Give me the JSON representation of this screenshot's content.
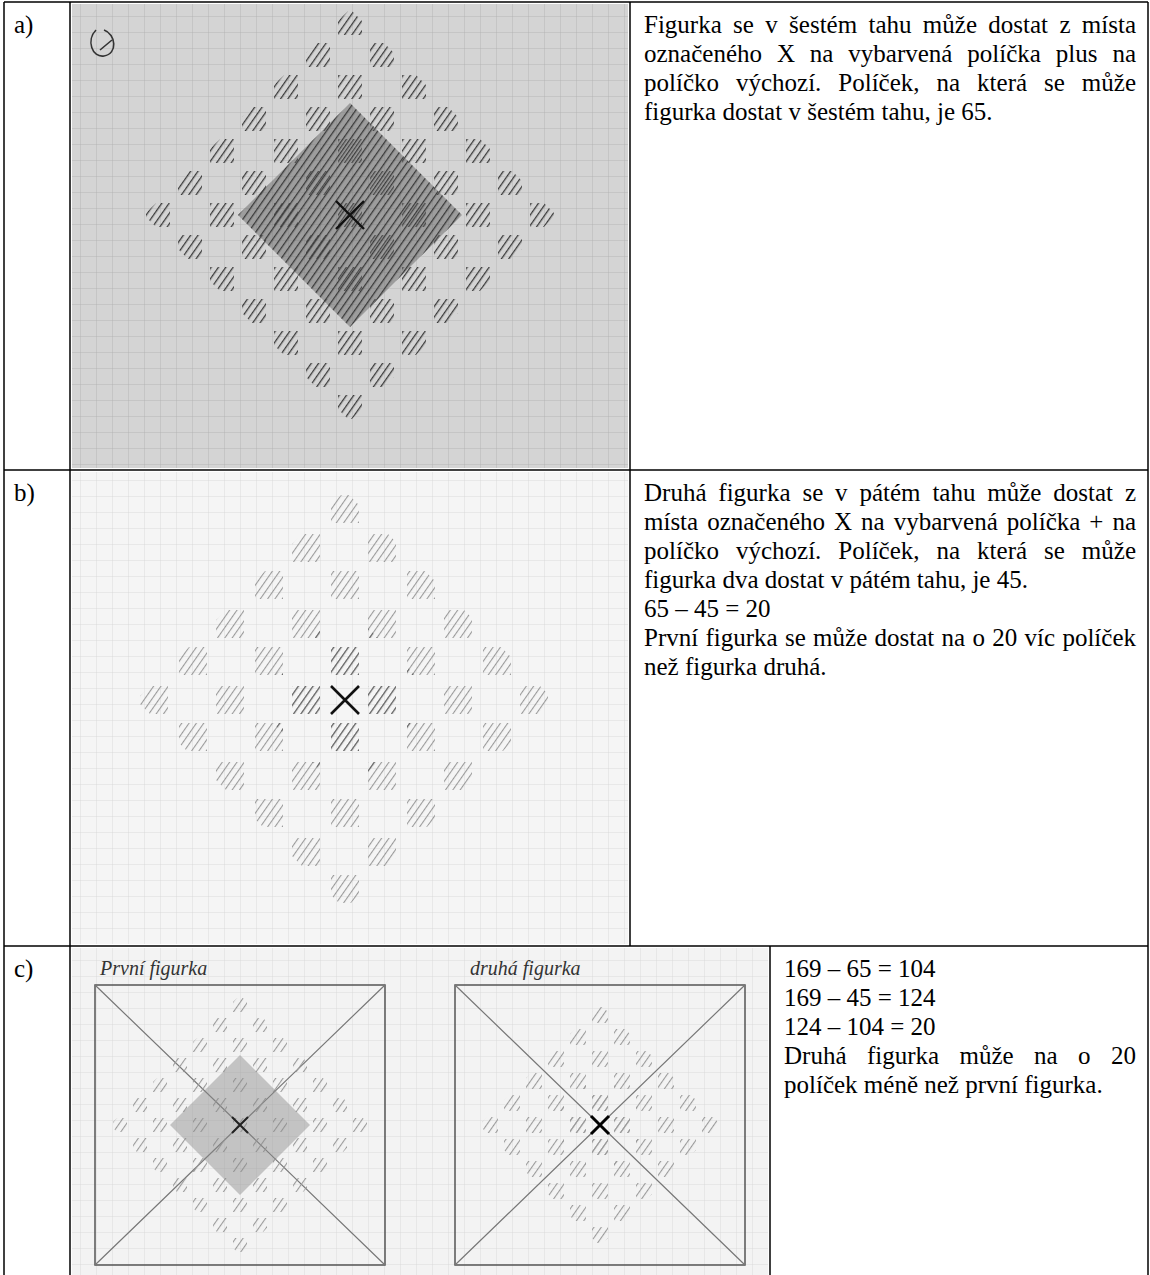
{
  "diagram": {
    "nodes": [
      {
        "text": [
          "a)"
        ]
      },
      {
        "text": [
          "Figurka se v šestém tahu může dostat z místa označeného X na vybarvená políčka plus na políčko výchozí. Políček, na která se může figurka dostat v šestém tahu, je 65."
        ]
      },
      {
        "text": [
          "b)"
        ]
      },
      {
        "text": [
          "Druhá figurka se v pátém tahu může dostat z místa označeného X na vybarvená políčka + na políčko výchozí. Políček, na která se může figurka dva dostat v pátém tahu, je 45.",
          "65 – 45 = 20",
          "První figurka se může dostat na o 20 víc políček než figurka druhá."
        ]
      },
      {
        "text": [
          "c)"
        ]
      },
      {
        "text": [
          "169 – 65 = 104",
          "169 – 45 = 124",
          "124 – 104 = 20",
          "Druhá figurka může na o 20 políček méně než první figurka."
        ]
      }
    ],
    "labels": [
      "První figurka",
      "druhá figurka"
    ]
  }
}
